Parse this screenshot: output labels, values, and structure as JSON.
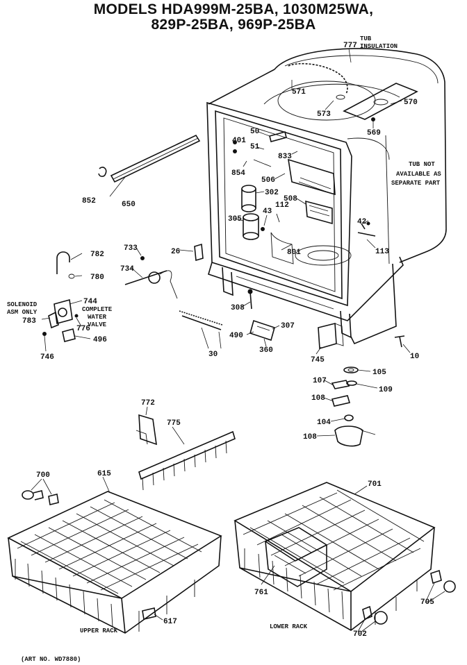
{
  "title": {
    "line1": "MODELS HDA999M-25BA, 1030M25WA,",
    "line2": "829P-25BA, 969P-25BA"
  },
  "captions": {
    "tub_insulation_1": "TUB",
    "tub_insulation_2": "INSULATION",
    "tub_not_1": "TUB NOT",
    "tub_not_2": "AVAILABLE AS",
    "tub_not_3": "SEPARATE PART",
    "solenoid_1": "SOLENOID",
    "solenoid_2": "ASM  ONLY",
    "complete_1": "COMPLETE",
    "complete_2": "WATER",
    "complete_3": "VALVE",
    "upper_rack": "UPPER RACK",
    "lower_rack": "LOWER RACK",
    "art_no": "(ART NO. WD7880)"
  },
  "part_labels": {
    "p777": "777",
    "p571": "571",
    "p573": "573",
    "p570": "570",
    "p569": "569",
    "p50": "50",
    "p401": "401",
    "p51": "51",
    "p833": "833",
    "p854": "854",
    "p506": "506",
    "p302": "302",
    "p508": "508",
    "p43": "43",
    "p112": "112",
    "p305": "305",
    "p42": "42",
    "p113": "113",
    "p801": "801",
    "p852": "852",
    "p650": "650",
    "p782": "782",
    "p780": "780",
    "p733": "733",
    "p26": "26",
    "p734": "734",
    "p744": "744",
    "p783": "783",
    "p776": "776",
    "p496": "496",
    "p746": "746",
    "p30": "30",
    "p308": "308",
    "p307": "307",
    "p490": "490",
    "p360": "360",
    "p745": "745",
    "p10": "10",
    "p105": "105",
    "p107": "107",
    "p109": "109",
    "p108a": "108",
    "p104": "104",
    "p108b": "108",
    "p772": "772",
    "p775": "775",
    "p700": "700",
    "p615": "615",
    "p701": "701",
    "p761": "761",
    "p617": "617",
    "p702": "702",
    "p705": "705"
  }
}
